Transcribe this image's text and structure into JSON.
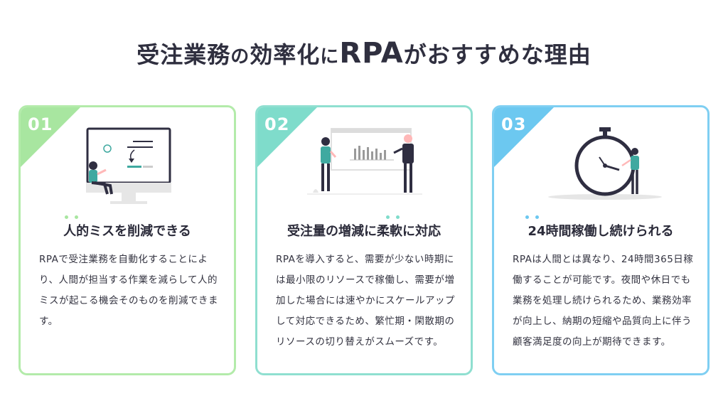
{
  "title": {
    "part1": "受注業務",
    "part2": "の",
    "part3": "効率化",
    "part4": "に",
    "part5": "RPA",
    "part6": "がおすすめな理由"
  },
  "cards": [
    {
      "number": "01",
      "heading": "人的ミスを削減できる",
      "body": "RPAで受注業務を自動化することにより、人間が担当する作業を減らして人的ミスが起こる機会そのものを削減できます。",
      "accent": "#a8e6a0"
    },
    {
      "number": "02",
      "heading": "受注量の増減に柔軟に対応",
      "body": "RPAを導入すると、需要が少ない時期には最小限のリソースで稼働し、需要が増加した場合には速やかにスケールアップして対応できるため、繁忙期・閑散期のリソースの切り替えがスムーズです。",
      "accent": "#7fdccb"
    },
    {
      "number": "03",
      "heading": "24時間稼働し続けられる",
      "body": "RPAは人間とは異なり、24時間365日稼働することが可能です。夜間や休日でも業務を処理し続けられるため、業務効率が向上し、納期の短縮や品質向上に伴う顧客満足度の向上が期待できます。",
      "accent": "#6cc8f0"
    }
  ],
  "colors": {
    "teal": "#3fa9a0",
    "dark": "#2f2e41"
  }
}
